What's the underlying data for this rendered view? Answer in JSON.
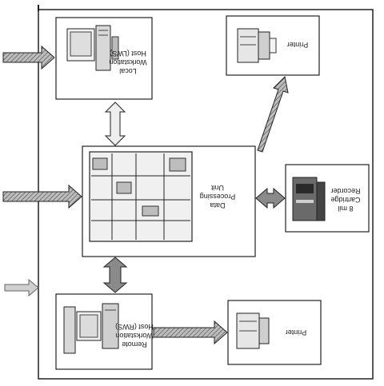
{
  "diagram": {
    "components": {
      "local_workstation": {
        "label_lines": [
          "Local",
          "Workstation",
          "Host (LWS)"
        ]
      },
      "printer_top": {
        "label_lines": [
          "Printer"
        ]
      },
      "processing_unit": {
        "label_lines": [
          "Data",
          "Processing",
          "Unit"
        ]
      },
      "cartridge_recorder": {
        "label_lines": [
          "8 mil",
          "Cartridge",
          "Recorder"
        ]
      },
      "remote_workstation": {
        "label_lines": [
          "Remote",
          "Workstation",
          "Host (RWS)"
        ]
      },
      "printer_bottom": {
        "label_lines": [
          "Printer"
        ]
      }
    }
  },
  "colors": {
    "background": "#ffffff",
    "line": "#222222",
    "arrow_fill": "#8a8a8a"
  }
}
